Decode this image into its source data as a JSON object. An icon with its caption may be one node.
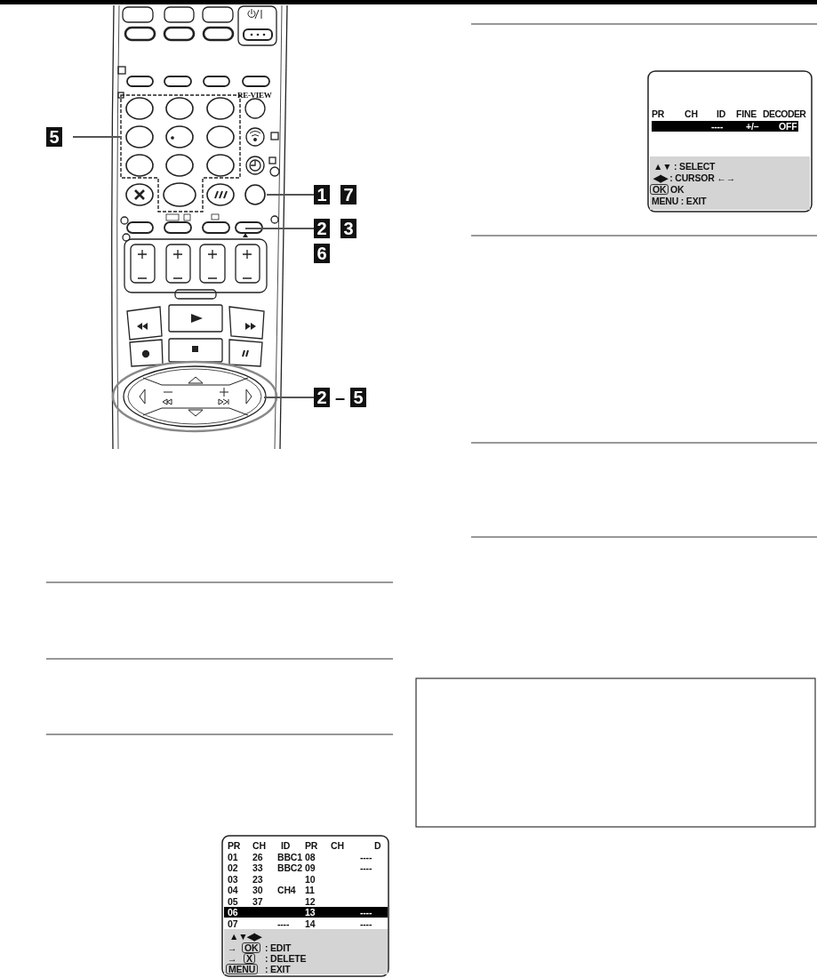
{
  "diagram": {
    "nodes": [
      {
        "text": [
          "5"
        ]
      },
      {
        "text": [
          "1",
          "7"
        ]
      },
      {
        "text": [
          "2",
          "3",
          "6"
        ]
      },
      {
        "text": [
          "2",
          "–",
          "5"
        ]
      }
    ],
    "edges": [
      {
        "from": 0,
        "to": null,
        "arrow": "none"
      },
      {
        "from": 1,
        "to": null,
        "arrow": "none"
      },
      {
        "from": 2,
        "to": null,
        "arrow": "none"
      },
      {
        "from": 3,
        "to": null,
        "arrow": "none"
      }
    ],
    "labels": [
      "RE-VIEW",
      "PR",
      "CH",
      "ID",
      "FINE",
      "DECODER",
      "----",
      "+/–",
      "OFF",
      "▲▼ : SELECT",
      "◀▶ : CURSOR ←→",
      "OK",
      "OK",
      "MENU : EXIT",
      "PR",
      "CH",
      "ID",
      "PR",
      "CH",
      "D",
      "01",
      "26",
      "BBC1",
      "08",
      "----",
      "02",
      "33",
      "BBC2",
      "09",
      "----",
      "03",
      "23",
      "10",
      "04",
      "30",
      "CH4",
      "11",
      "05",
      "37",
      "12",
      "06",
      "13",
      "----",
      "07",
      "----",
      "14",
      "----",
      "▲▼◀▶",
      "→",
      "OK",
      ": EDIT",
      "→",
      "X",
      ": DELETE",
      "MENU",
      ": EXIT"
    ]
  }
}
